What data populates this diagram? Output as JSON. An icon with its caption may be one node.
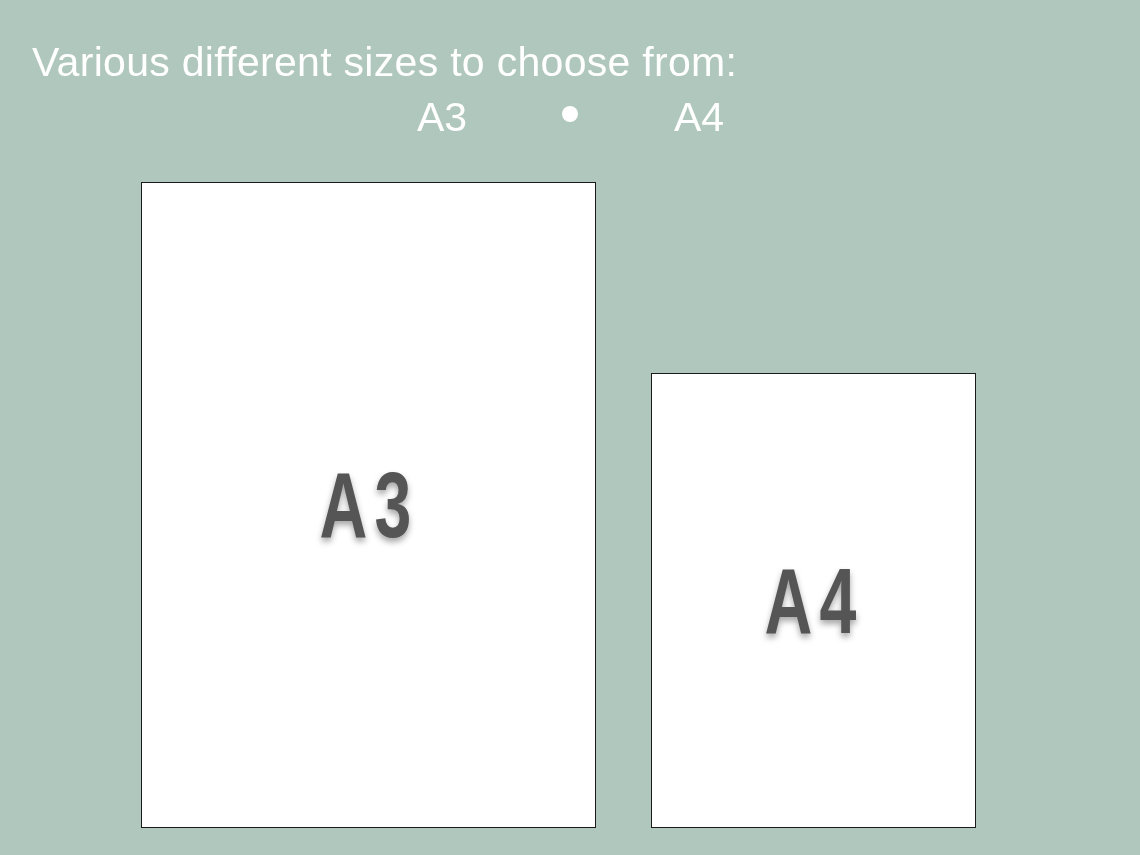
{
  "diagram": {
    "title": "Various different sizes to choose from:",
    "nodes": [
      {
        "text": [
          "A3"
        ]
      },
      {
        "text": [
          "A4"
        ]
      }
    ],
    "labels": [
      "A3",
      "A4"
    ]
  }
}
